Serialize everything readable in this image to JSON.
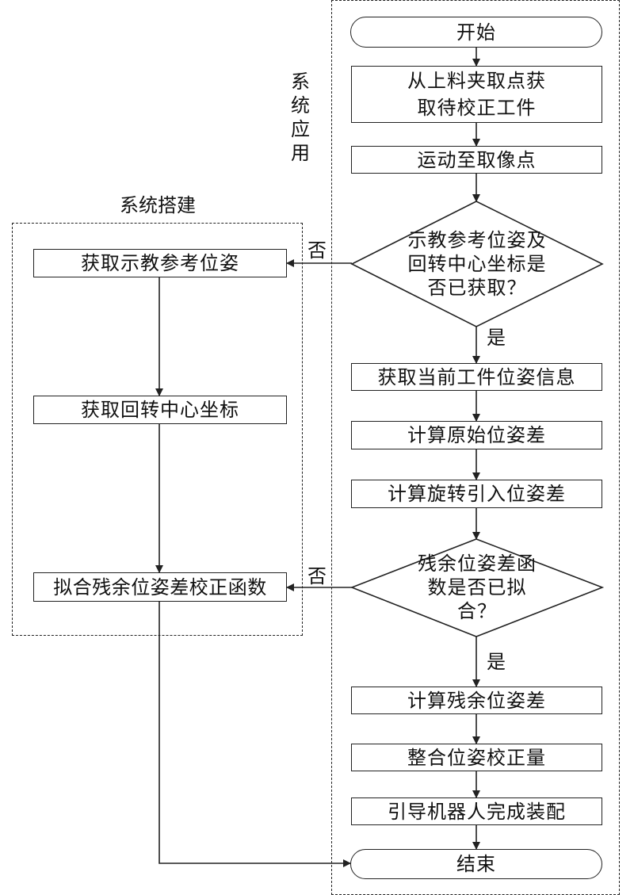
{
  "app_frame": {
    "system_build_label": "系统搭建",
    "system_app_label": "系统应用"
  },
  "main_flow": {
    "start": "开始",
    "step_get_workpiece": "从上料夹取点获取待校正工件",
    "step_move_to_capture": "运动至取像点",
    "decision_reference_acquired": "示教参考位姿及回转中心坐标是否已获取？",
    "step_get_current_pose": "获取当前工件位姿信息",
    "step_calc_original_diff": "计算原始位姿差",
    "step_calc_rotation_diff": "计算旋转引入位姿差",
    "decision_residual_fitted": "残余位姿差函数是否已拟合？",
    "step_calc_residual_diff": "计算残余位姿差",
    "step_integrate_correction": "整合位姿校正量",
    "step_guide_robot": "引导机器人完成装配",
    "end": "结束"
  },
  "side_flow": {
    "step_get_teach_reference": "获取示教参考位姿",
    "step_get_rotation_center": "获取回转中心坐标",
    "step_fit_residual_function": "拟合残余位姿差校正函数"
  },
  "branch_labels": {
    "no_1": "否",
    "yes_1": "是",
    "no_2": "否",
    "yes_2": "是"
  }
}
